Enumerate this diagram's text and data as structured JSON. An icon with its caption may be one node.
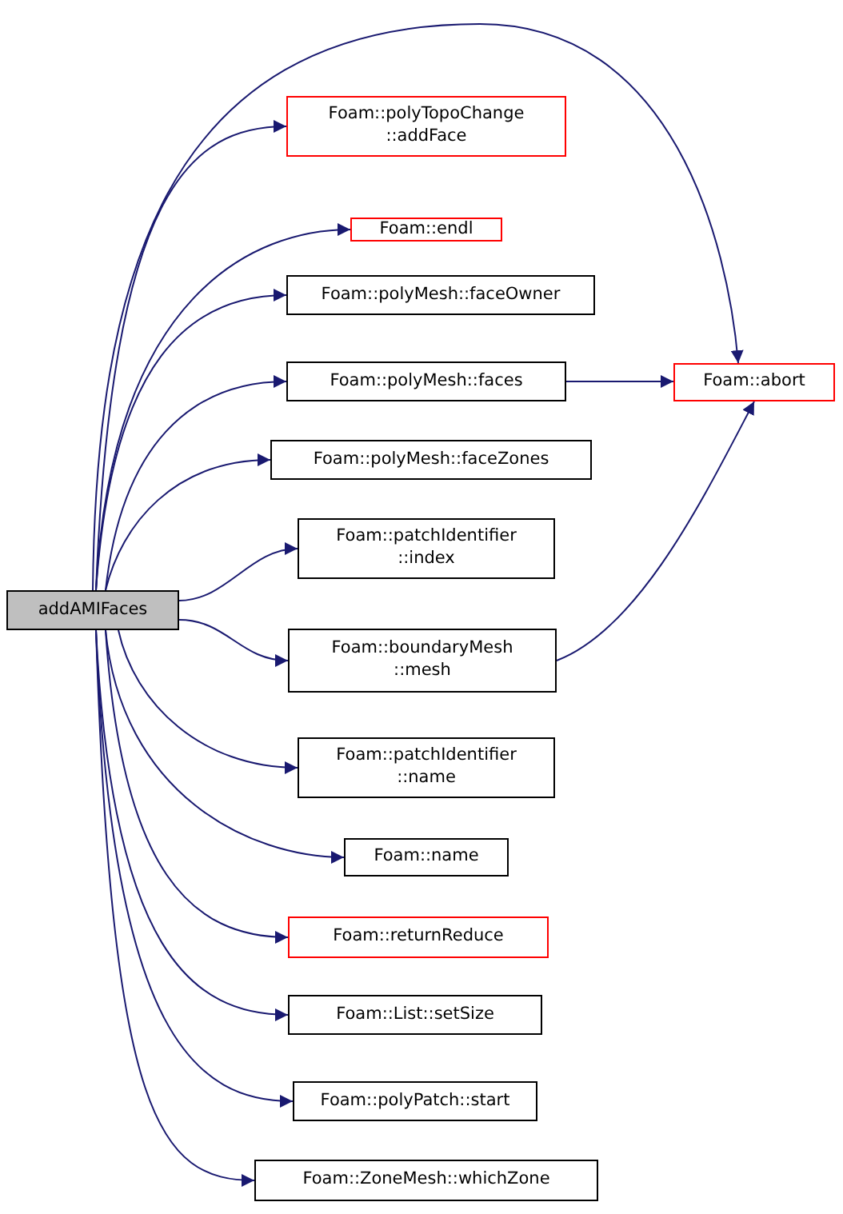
{
  "diagram": {
    "nodes": [
      {
        "text": [
          "addAMIFaces"
        ]
      },
      {
        "text": [
          "Foam::polyTopoChange ::addFace"
        ]
      },
      {
        "text": [
          "Foam::endl"
        ]
      },
      {
        "text": [
          "Foam::polyMesh::faceOwner"
        ]
      },
      {
        "text": [
          "Foam::polyMesh::faces"
        ]
      },
      {
        "text": [
          "Foam::abort"
        ]
      },
      {
        "text": [
          "Foam::polyMesh::faceZones"
        ]
      },
      {
        "text": [
          "Foam::patchIdentifier ::index"
        ]
      },
      {
        "text": [
          "Foam::boundaryMesh ::mesh"
        ]
      },
      {
        "text": [
          "Foam::patchIdentifier ::name"
        ]
      },
      {
        "text": [
          "Foam::name"
        ]
      },
      {
        "text": [
          "Foam::returnReduce"
        ]
      },
      {
        "text": [
          "Foam::List::setSize"
        ]
      },
      {
        "text": [
          "Foam::polyPatch::start"
        ]
      },
      {
        "text": [
          "Foam::ZoneMesh::whichZone"
        ]
      }
    ],
    "edges": [
      {
        "from": 0,
        "to": 5,
        "arrow": "to"
      },
      {
        "from": 0,
        "to": 1,
        "arrow": "to"
      },
      {
        "from": 0,
        "to": 2,
        "arrow": "to"
      },
      {
        "from": 0,
        "to": 3,
        "arrow": "to"
      },
      {
        "from": 0,
        "to": 4,
        "arrow": "to"
      },
      {
        "from": 0,
        "to": 6,
        "arrow": "to"
      },
      {
        "from": 0,
        "to": 7,
        "arrow": "to"
      },
      {
        "from": 0,
        "to": 8,
        "arrow": "to"
      },
      {
        "from": 0,
        "to": 9,
        "arrow": "to"
      },
      {
        "from": 0,
        "to": 10,
        "arrow": "to"
      },
      {
        "from": 0,
        "to": 11,
        "arrow": "to"
      },
      {
        "from": 0,
        "to": 12,
        "arrow": "to"
      },
      {
        "from": 0,
        "to": 13,
        "arrow": "to"
      },
      {
        "from": 0,
        "to": 14,
        "arrow": "to"
      },
      {
        "from": 4,
        "to": 5,
        "arrow": "to"
      },
      {
        "from": 8,
        "to": 5,
        "arrow": "to"
      }
    ]
  }
}
